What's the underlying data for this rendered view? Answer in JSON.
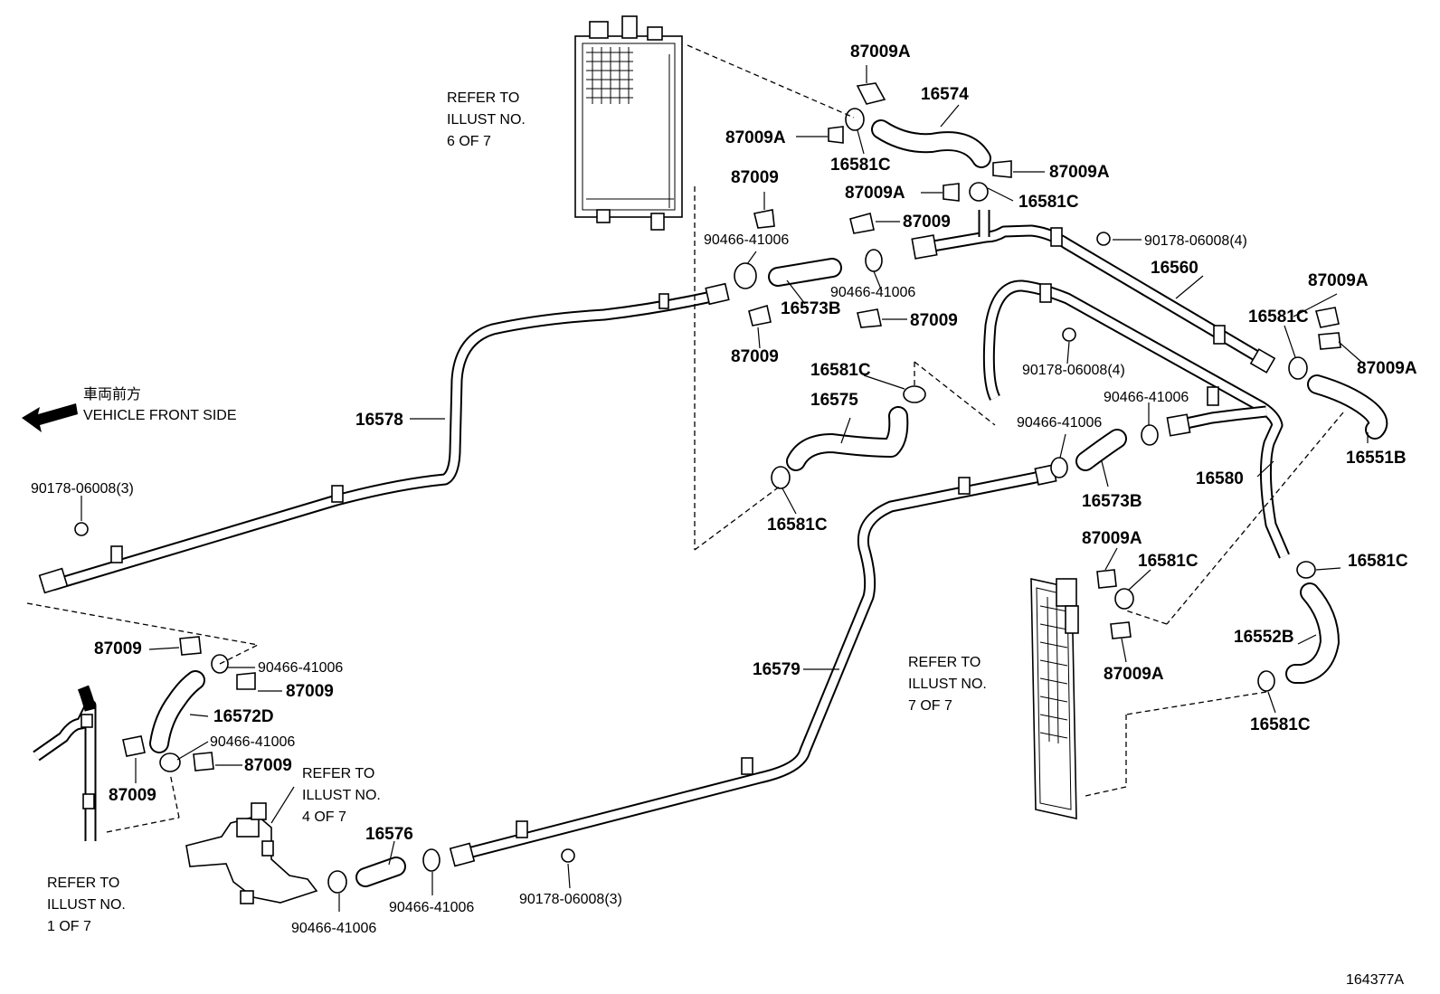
{
  "direction": {
    "japanese": "車両前方",
    "english": "VEHICLE FRONT SIDE"
  },
  "references": [
    {
      "line1": "REFER TO",
      "line2": "ILLUST NO.",
      "line3": "6 OF 7"
    },
    {
      "line1": "REFER TO",
      "line2": "ILLUST NO.",
      "line3": "7 OF 7"
    },
    {
      "line1": "REFER TO",
      "line2": "ILLUST NO.",
      "line3": "4 OF 7"
    },
    {
      "line1": "REFER TO",
      "line2": "ILLUST NO.",
      "line3": "1 OF 7"
    }
  ],
  "labels": {
    "p87009a_top": "87009A",
    "p16574": "16574",
    "p87009a_left": "87009A",
    "p16581c_a": "16581C",
    "p87009a_r1": "87009A",
    "p87009a_r2": "87009A",
    "p16581c_b": "16581C",
    "p87009_a": "87009",
    "p87009_b": "87009",
    "p90466_a": "90466-41006",
    "p90178_a": "90178-06008(4)",
    "p16573b_a": "16573B",
    "p90466_b": "90466-41006",
    "p87009_c": "87009",
    "p87009_d": "87009",
    "p16560": "16560",
    "p87009a_e": "87009A",
    "p16581c_c": "16581C",
    "p87009a_f": "87009A",
    "p90178_b": "90178-06008(4)",
    "p16581c_d": "16581C",
    "p16575": "16575",
    "p16578": "16578",
    "p90466_c": "90466-41006",
    "p90466_d": "90466-41006",
    "p16551b": "16551B",
    "p16580": "16580",
    "p16573b_b": "16573B",
    "p16581c_e": "16581C",
    "p90178_c": "90178-06008(3)",
    "p87009a_g": "87009A",
    "p16581c_f": "16581C",
    "p16581c_g": "16581C",
    "p16552b": "16552B",
    "p87009a_h": "87009A",
    "p16581c_h": "16581C",
    "p16579": "16579",
    "p87009_e": "87009",
    "p90466_e": "90466-41006",
    "p87009_f": "87009",
    "p16572d": "16572D",
    "p90466_f": "90466-41006",
    "p87009_g": "87009",
    "p87009_h": "87009",
    "p16576": "16576",
    "p90466_g": "90466-41006",
    "p90466_h": "90466-41006",
    "p90178_d": "90178-06008(3)"
  },
  "figure_id": "164377A"
}
